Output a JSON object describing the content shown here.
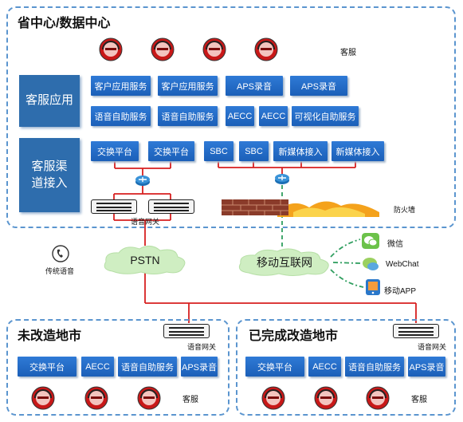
{
  "province": {
    "title": "省中心/数据中心",
    "agents_label": "客服",
    "cat_app": "客服应用",
    "cat_channel": "客服渠道接入",
    "row1": [
      "客户应用服务",
      "客户应用服务",
      "APS录音",
      "APS录音"
    ],
    "row2": [
      "语音自助服务",
      "语音自助服务",
      "AECC",
      "AECC",
      "可视化自助服务"
    ],
    "row3": [
      "交换平台",
      "交换平台",
      "SBC",
      "SBC",
      "新媒体接入",
      "新媒体接入"
    ],
    "gateway_label": "语音网关",
    "firewall_label": "防火墙"
  },
  "networks": {
    "pstn": "PSTN",
    "mobile": "移动互联网",
    "traditional_voice": "传统语音",
    "channels": [
      "微信",
      "WebChat",
      "移动APP"
    ]
  },
  "unmodified": {
    "title": "未改造地市",
    "gateway_label": "语音网关",
    "services": [
      "交换平台",
      "AECC",
      "语音自助服务",
      "APS录音"
    ],
    "agents_label": "客服"
  },
  "modified": {
    "title": "已完成改造地市",
    "gateway_label": "语音网关",
    "services": [
      "交换平台",
      "AECC",
      "语音自助服务",
      "APS录音"
    ],
    "agents_label": "客服"
  },
  "colors": {
    "region_border": "#5b95cf",
    "category": "#2e6dad",
    "service": "#1b5fb8",
    "voice_line": "#d71f1f",
    "data_line": "#2f9e5f"
  }
}
